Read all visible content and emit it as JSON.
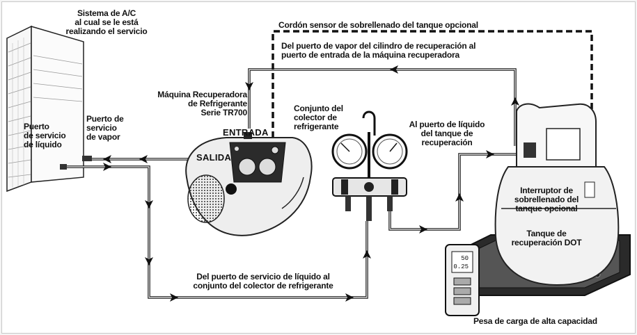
{
  "labels": {
    "ac_system": "Sistema de A/C\nal cual se le está\nrealizando el servicio",
    "sensor_cord": "Cordón sensor de sobrellenado del tanque opcional",
    "vapor_to_inlet": "Del puerto de vapor del cilindro de recuperación al\npuerto de entrada de la máquina recuperadora",
    "recovery_machine": "Máquina Recuperadora\nde Refrigerante\nSerie TR700",
    "manifold_set": "Conjunto del\ncolector de\nrefrigerante",
    "liquid_port_tank": "Al puerto de líquido\ndel tanque de\nrecuperación",
    "liquid_service_port": "Puerto\nde servicio\nde líquido",
    "vapor_service_port": "Puerto de\nservicio\nde vapor",
    "inlet": "ENTRADA",
    "outlet": "SALIDA",
    "overfill_switch": "Interruptor de\nsobrellenado del\ntanque opcional",
    "dot_tank": "Tanque de\nrecuperación DOT",
    "liquid_to_manifold": "Del puerto de servicio de líquido al\nconjunto del colector de refrigerante",
    "scale": "Pesa de carga de alta capacidad"
  },
  "scale_display": {
    "line1": "50",
    "line2": "0.25"
  }
}
